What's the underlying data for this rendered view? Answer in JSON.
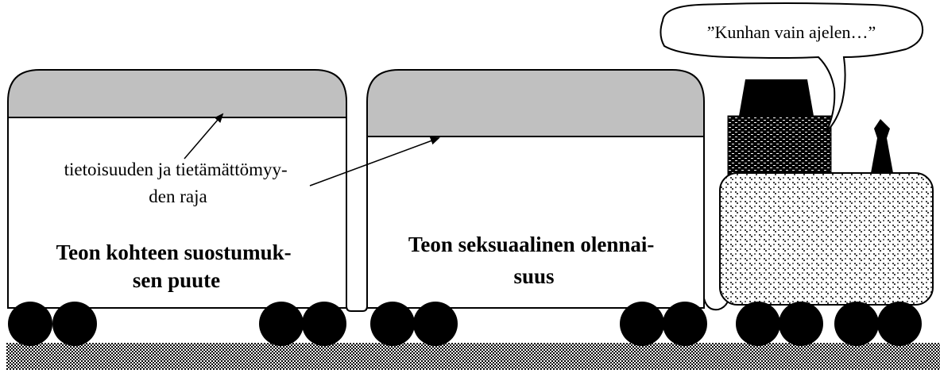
{
  "speech_bubble": {
    "text": "”Kunhan vain ajelen…”"
  },
  "boundary_label": {
    "lines": [
      "tietoisuuden ja tietämättömyy-",
      "den raja"
    ]
  },
  "wagon_1": {
    "lines": [
      "Teon kohteen suostumuk-",
      "sen puute"
    ]
  },
  "wagon_2": {
    "lines": [
      "Teon seksuaalinen olennai-",
      "suus"
    ]
  },
  "colors": {
    "wagon_roof": "#c0c0c0",
    "outline": "#000000",
    "wheel": "#000000",
    "background": "#ffffff"
  }
}
